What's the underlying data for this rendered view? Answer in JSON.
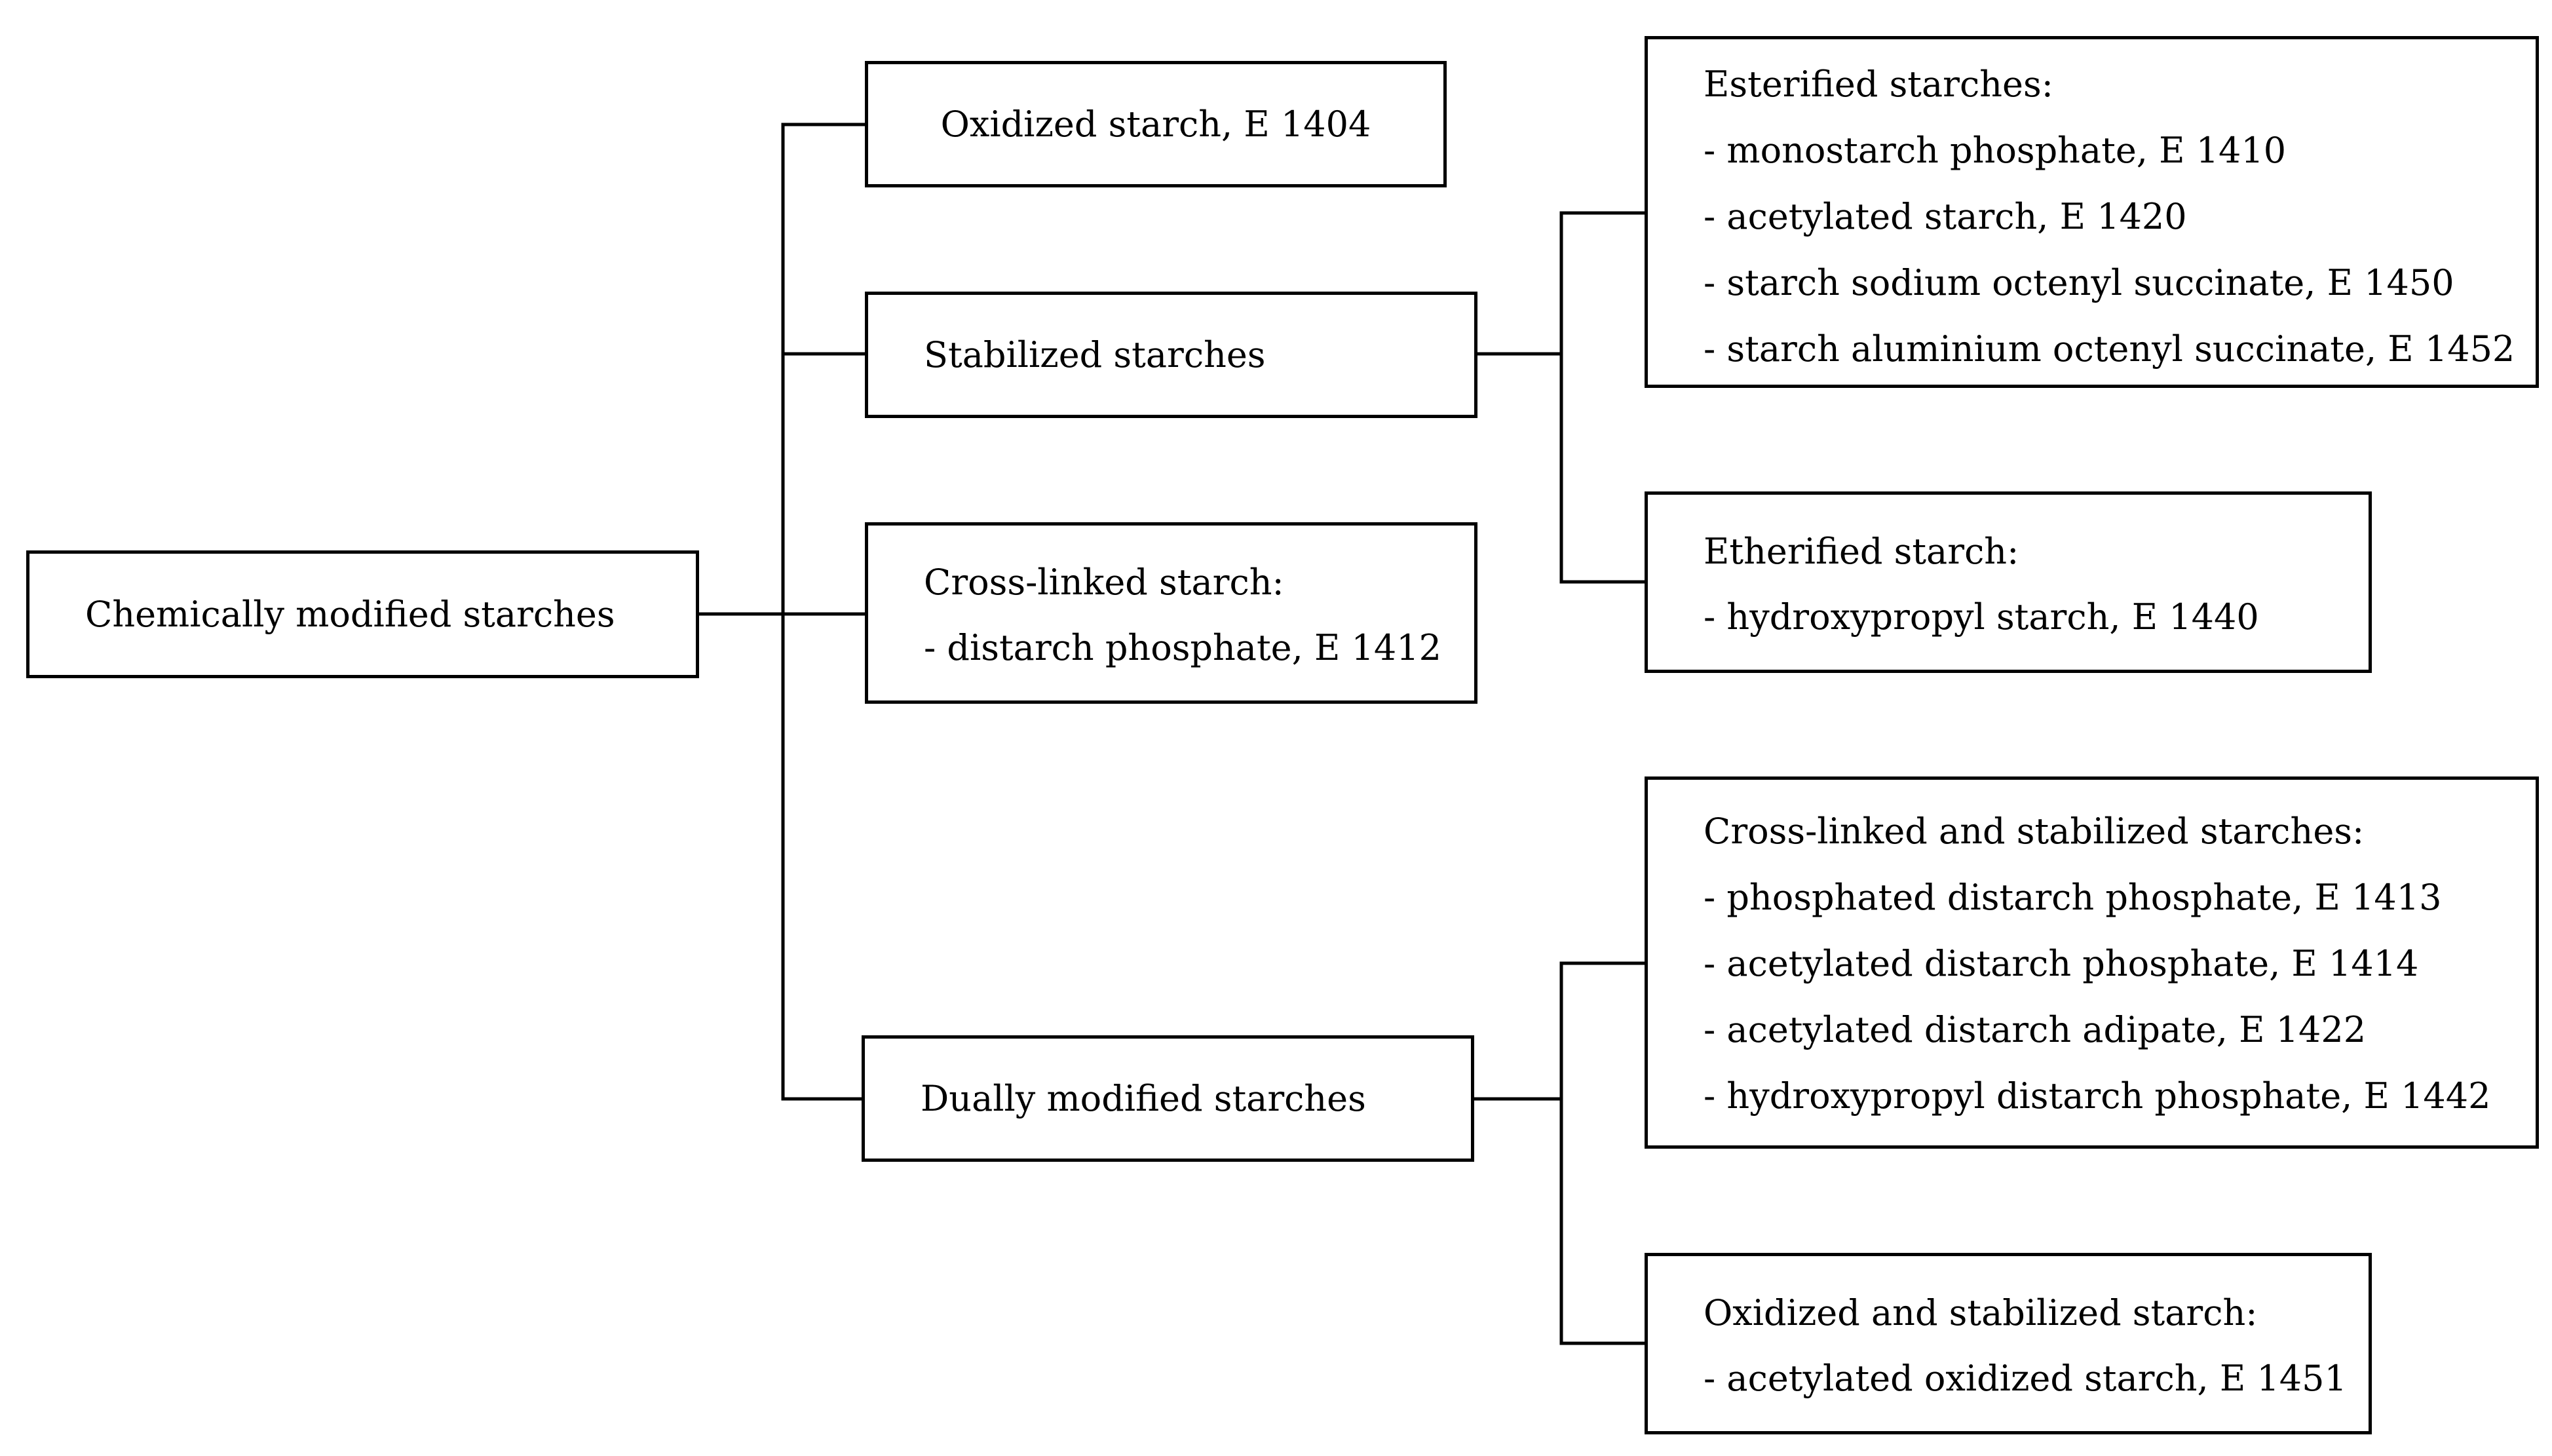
{
  "diagram": {
    "root": {
      "label": "Chemically modified starches"
    },
    "categories": {
      "oxidized": {
        "label": "Oxidized starch, E 1404"
      },
      "stabilized": {
        "label": "Stabilized starches",
        "children": {
          "esterified": {
            "title": "Esterified starches:",
            "items": [
              "- monostarch phosphate, E 1410",
              "- acetylated starch, E 1420",
              "- starch sodium octenyl succinate, E 1450",
              "- starch aluminium octenyl succinate, E 1452"
            ]
          },
          "etherified": {
            "title": "Etherified starch:",
            "items": [
              "- hydroxypropyl starch, E 1440"
            ]
          }
        }
      },
      "crosslinked": {
        "title": "Cross-linked starch:",
        "items": [
          "- distarch phosphate, E 1412"
        ]
      },
      "dually": {
        "label": "Dually modified starches",
        "children": {
          "crosslinked_stabilized": {
            "title": "Cross-linked and stabilized starches:",
            "items": [
              "- phosphated distarch phosphate, E 1413",
              "- acetylated distarch phosphate, E 1414",
              "- acetylated distarch adipate, E 1422",
              "- hydroxypropyl distarch phosphate, E 1442"
            ]
          },
          "oxidized_stabilized": {
            "title": "Oxidized and stabilized starch:",
            "items": [
              "- acetylated oxidized starch, E 1451"
            ]
          }
        }
      }
    }
  }
}
